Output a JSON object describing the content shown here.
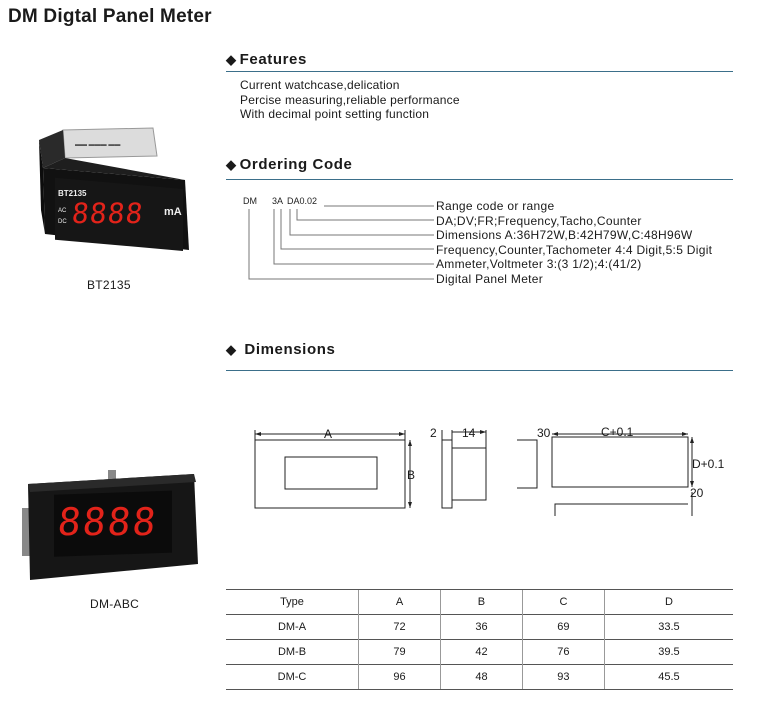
{
  "title": "DM  Digtal Panel Meter",
  "features": {
    "heading": "Features",
    "lines": [
      "Current watchcase,delication",
      "Percise measuring,reliable performance",
      "With decimal point setting function"
    ]
  },
  "ordering": {
    "heading": "Ordering Code",
    "code_parts": [
      "DM",
      "3A",
      "DA0.02"
    ],
    "labels": [
      "Range code or range",
      "DA;DV;FR;Frequency,Tacho,Counter",
      "Dimensions A:36H72W,B:42H79W,C:48H96W",
      "Frequency,Counter,Tachometer 4:4 Digit,5:5 Digit",
      "Ammeter,Voltmeter 3:(3 1/2);4:(41/2)",
      "Digital Panel Meter"
    ]
  },
  "dimensions": {
    "heading": "Dimensions",
    "labels": {
      "a": "A",
      "b": "B",
      "two": "2",
      "fourteen": "14",
      "thirty": "30",
      "c": "C+0.1",
      "d": "D+0.1",
      "twenty": "20"
    }
  },
  "products": [
    {
      "caption": "BT2135",
      "panel_label": "BT2135",
      "mode_ac": "AC",
      "mode_dc": "DC",
      "unit": "mA",
      "display": "8888"
    },
    {
      "caption": "DM-ABC",
      "display": "8888"
    }
  ],
  "table": {
    "headers": [
      "Type",
      "A",
      "B",
      "C",
      "D"
    ],
    "rows": [
      [
        "DM-A",
        "72",
        "36",
        "69",
        "33.5"
      ],
      [
        "DM-B",
        "79",
        "42",
        "76",
        "39.5"
      ],
      [
        "DM-C",
        "96",
        "48",
        "93",
        "45.5"
      ]
    ]
  },
  "colors": {
    "rule": "#3b6f8a",
    "led": "#e2231a",
    "meter_body": "#1c1c1c"
  }
}
